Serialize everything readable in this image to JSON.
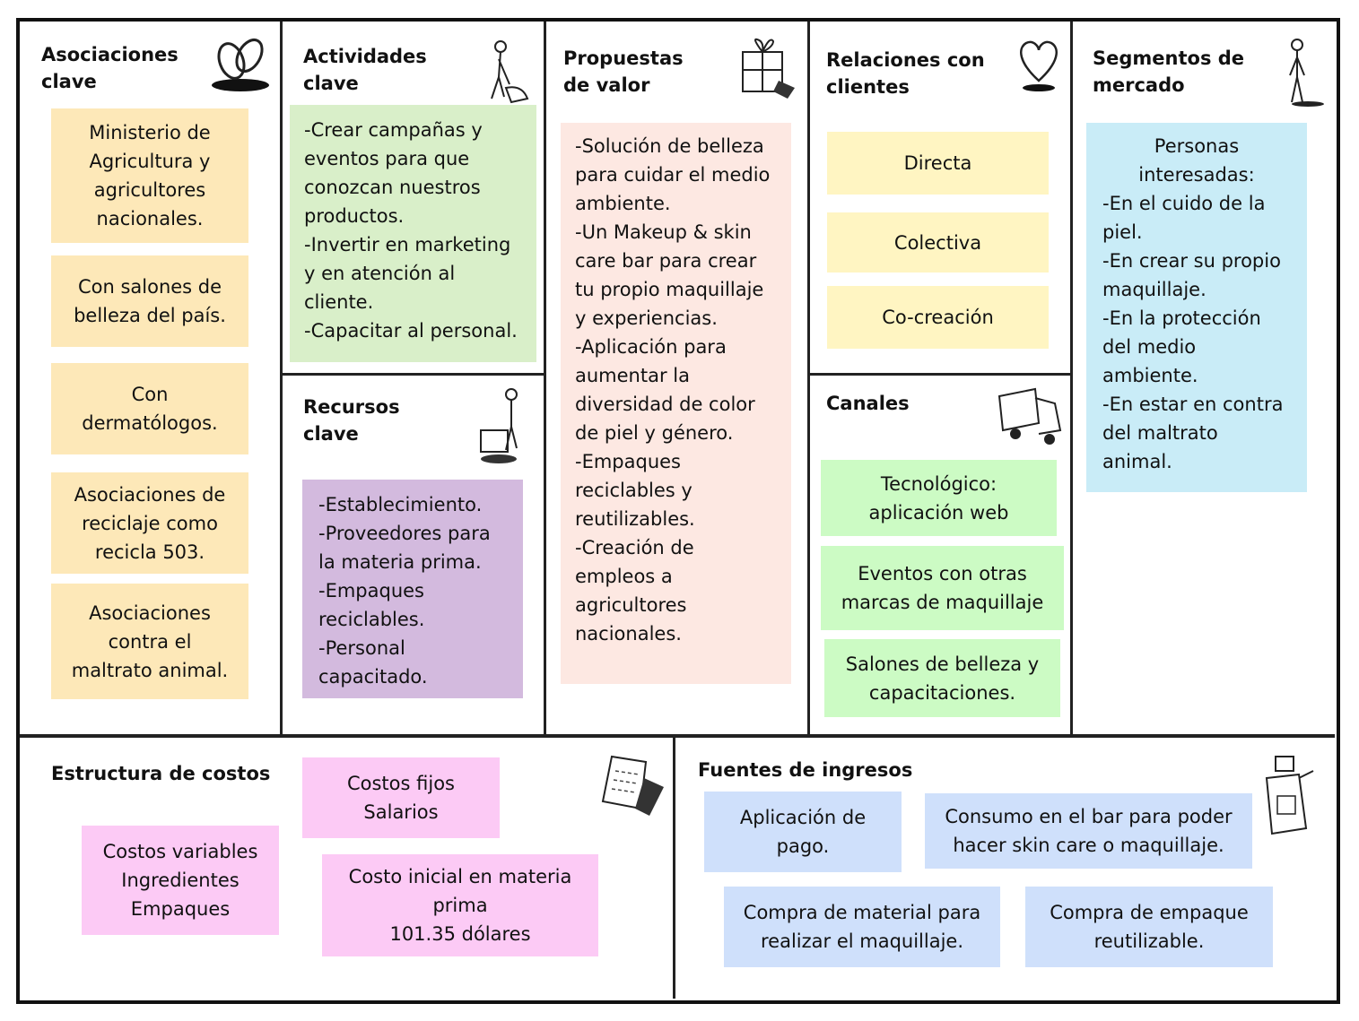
{
  "asociaciones": {
    "title": [
      "Asociaciones",
      "clave"
    ],
    "notes": [
      [
        "Ministerio de",
        "Agricultura y",
        "agricultores",
        "nacionales."
      ],
      [
        "Con salones de",
        "belleza del país."
      ],
      [
        "Con",
        "dermatólogos."
      ],
      [
        "Asociaciones de",
        "reciclaje como",
        "recicla 503."
      ],
      [
        "Asociaciones",
        "contra el",
        "maltrato animal."
      ]
    ]
  },
  "actividades": {
    "title": [
      "Actividades",
      "clave"
    ],
    "lines": [
      "-Crear campañas y",
      "eventos para que",
      "conozcan nuestros",
      "productos.",
      "-Invertir en marketing",
      "y en atención al",
      "cliente.",
      "-Capacitar al personal."
    ]
  },
  "recursos": {
    "title": [
      "Recursos",
      "clave"
    ],
    "lines": [
      "-Establecimiento.",
      "-Proveedores para",
      "la materia prima.",
      "-Empaques",
      "reciclables.",
      "-Personal",
      "capacitado."
    ]
  },
  "propuestas": {
    "title": [
      "Propuestas",
      "de valor"
    ],
    "lines": [
      "-Solución de belleza",
      "para cuidar el medio",
      "ambiente.",
      "-Un Makeup & skin",
      "care bar para crear",
      "tu propio maquillaje",
      "y experiencias.",
      "-Aplicación para",
      "aumentar la",
      "diversidad de color",
      "de piel y género.",
      "-Empaques",
      "reciclables y",
      "reutilizables.",
      "-Creación de",
      "empleos a",
      "agricultores",
      "nacionales."
    ]
  },
  "relaciones": {
    "title": [
      "Relaciones con",
      "clientes"
    ],
    "notes": [
      "Directa",
      "Colectiva",
      "Co-creación"
    ]
  },
  "canales": {
    "title": "Canales",
    "notes": [
      [
        "Tecnológico:",
        "aplicación web"
      ],
      [
        "Eventos con otras",
        "marcas de maquillaje"
      ],
      [
        "Salones de belleza y",
        "capacitaciones."
      ]
    ]
  },
  "segmentos": {
    "title": [
      "Segmentos de",
      "mercado"
    ],
    "lines_center": [
      "Personas",
      "interesadas:"
    ],
    "lines": [
      "-En el cuido de la",
      "piel.",
      "-En crear su propio",
      "maquillaje.",
      "-En la protección",
      "del medio",
      "ambiente.",
      "-En estar en contra",
      "del maltrato",
      "animal."
    ]
  },
  "costos": {
    "title": "Estructura de costos",
    "notes": [
      [
        "Costos fijos",
        "Salarios"
      ],
      [
        "Costos variables",
        "Ingredientes",
        "Empaques"
      ],
      [
        "Costo inicial en materia",
        "prima",
        "101.35 dólares"
      ]
    ]
  },
  "ingresos": {
    "title": "Fuentes de ingresos",
    "notes": [
      [
        "Aplicación de",
        "pago."
      ],
      [
        "Consumo en el bar para poder",
        "hacer skin care o maquillaje."
      ],
      [
        "Compra de material para",
        "realizar el maquillaje."
      ],
      [
        "Compra de empaque",
        "reutilizable."
      ]
    ]
  },
  "colors": {
    "yellow": "#fde8b8",
    "green": "#d9efc9",
    "purple": "#d3bade",
    "salmon": "#fde8e2",
    "lightyellow": "#fff5c2",
    "lightgreen": "#ccfbc4",
    "blue": "#c9ecf7",
    "pink": "#fccaf5",
    "periwinkle": "#cfe0fb"
  }
}
